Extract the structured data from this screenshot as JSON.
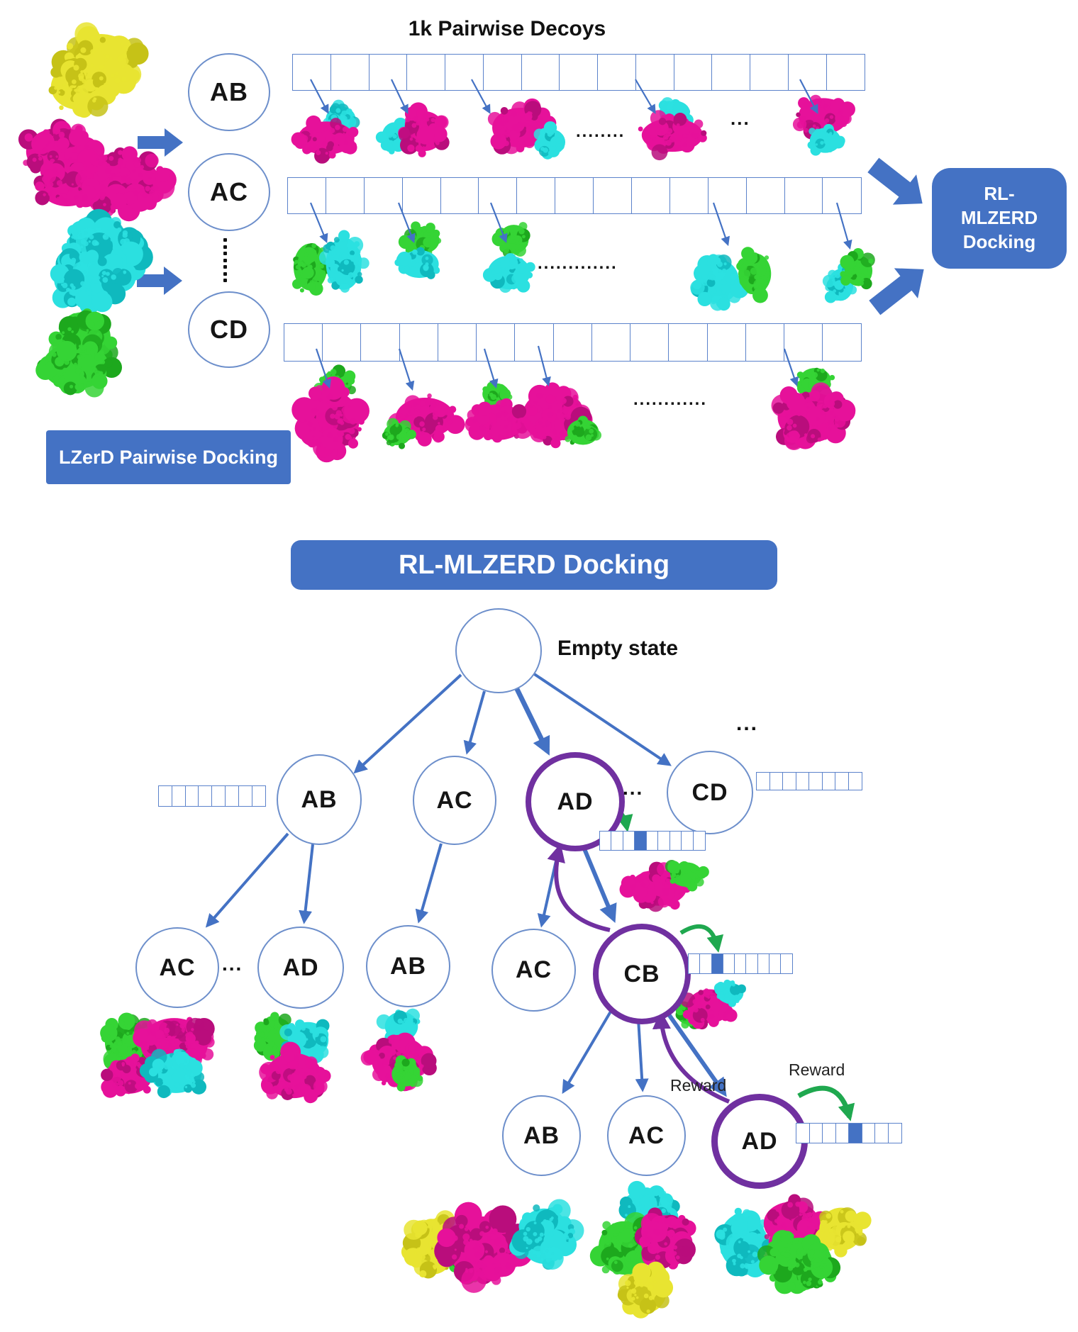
{
  "title": "1k Pairwise Decoys",
  "top": {
    "pair_circles": [
      "AB",
      "AC",
      "CD"
    ],
    "rl_box": [
      "RL-",
      "MLZERD",
      "Docking"
    ],
    "lzerd_label": "LZerD Pairwise Docking",
    "dots": {
      "row1_a": "........",
      "row1_b": "...",
      "row2": ".............",
      "row3": "............"
    }
  },
  "banner": "RL-MLZERD Docking",
  "tree": {
    "root_label": "Empty state",
    "level1": [
      "AB",
      "AC",
      "AD",
      "CD"
    ],
    "level1_highlighted": "AD",
    "level2": [
      "AC",
      "AD",
      "AB",
      "AC",
      "CB"
    ],
    "level2_highlighted": "CB",
    "level3": [
      "AB",
      "AC",
      "AD"
    ],
    "level3_highlighted": "AD",
    "ellipsis_top": "...",
    "ellipsis_l1": "...",
    "ellipsis_l2": "...",
    "reward_left": "Reward",
    "reward_right": "Reward"
  },
  "arrays": {
    "top_rows_cells": 15,
    "l1_ab": {
      "cells": 8,
      "filled": -1
    },
    "l1_cd": {
      "cells": 8,
      "filled": -1
    },
    "l1_ad": {
      "cells": 9,
      "filled": 3
    },
    "l2_cb": {
      "cells": 9,
      "filled": 2
    },
    "l3_ad": {
      "cells": 8,
      "filled": 4
    }
  },
  "proteins": {
    "monomers": [
      {
        "chain": "A",
        "color": "yellow"
      },
      {
        "chain": "B",
        "color": "magenta"
      },
      {
        "chain": "C",
        "color": "cyan"
      },
      {
        "chain": "D",
        "color": "green"
      }
    ],
    "decoy_rows": [
      {
        "pair": "AB",
        "colors": [
          "magenta",
          "cyan"
        ]
      },
      {
        "pair": "AC",
        "colors": [
          "green",
          "cyan"
        ]
      },
      {
        "pair": "CD",
        "colors": [
          "magenta",
          "green"
        ]
      }
    ]
  },
  "palette": {
    "blue": "#4472C4",
    "blue_light": "#6d8fcb",
    "purple": "#7030A0",
    "green_arrow": "#1FA84F",
    "protein": {
      "yellow": [
        "#E8E431",
        "#C6C217"
      ],
      "magenta": [
        "#E6119A",
        "#B90D7C"
      ],
      "cyan": [
        "#2BE0E0",
        "#0FB9BE"
      ],
      "green": [
        "#35D435",
        "#1DA81D"
      ]
    }
  }
}
